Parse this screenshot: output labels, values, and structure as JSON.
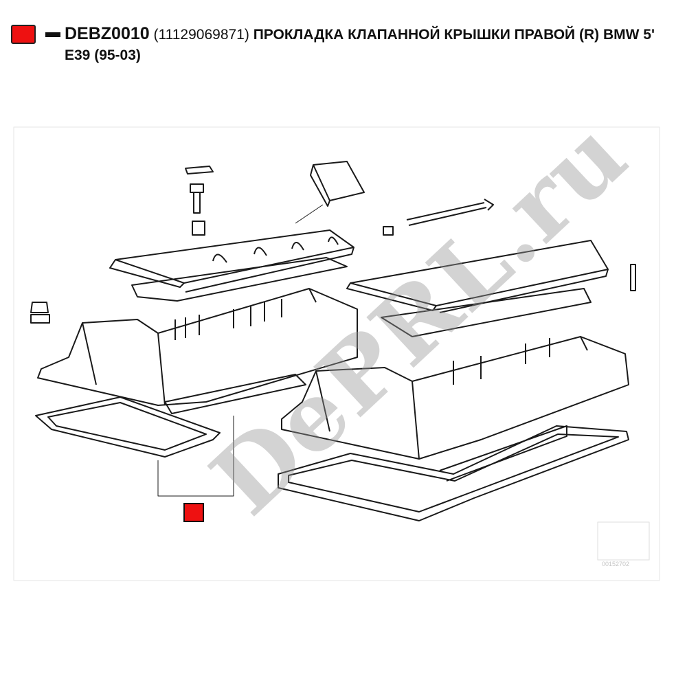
{
  "header": {
    "code": "DEBZ0010",
    "oem": "(11129069871)",
    "description": "ПРОКЛАДКА КЛАПАННОЙ КРЫШКИ ПРАВОЙ (R) BMW 5' E39 (95-03)"
  },
  "colors": {
    "highlight": "#ee1111",
    "line": "#1a1a1a"
  },
  "watermark": {
    "text": "DePRL.ru"
  },
  "diagram": {
    "reference_code": "00152702"
  }
}
